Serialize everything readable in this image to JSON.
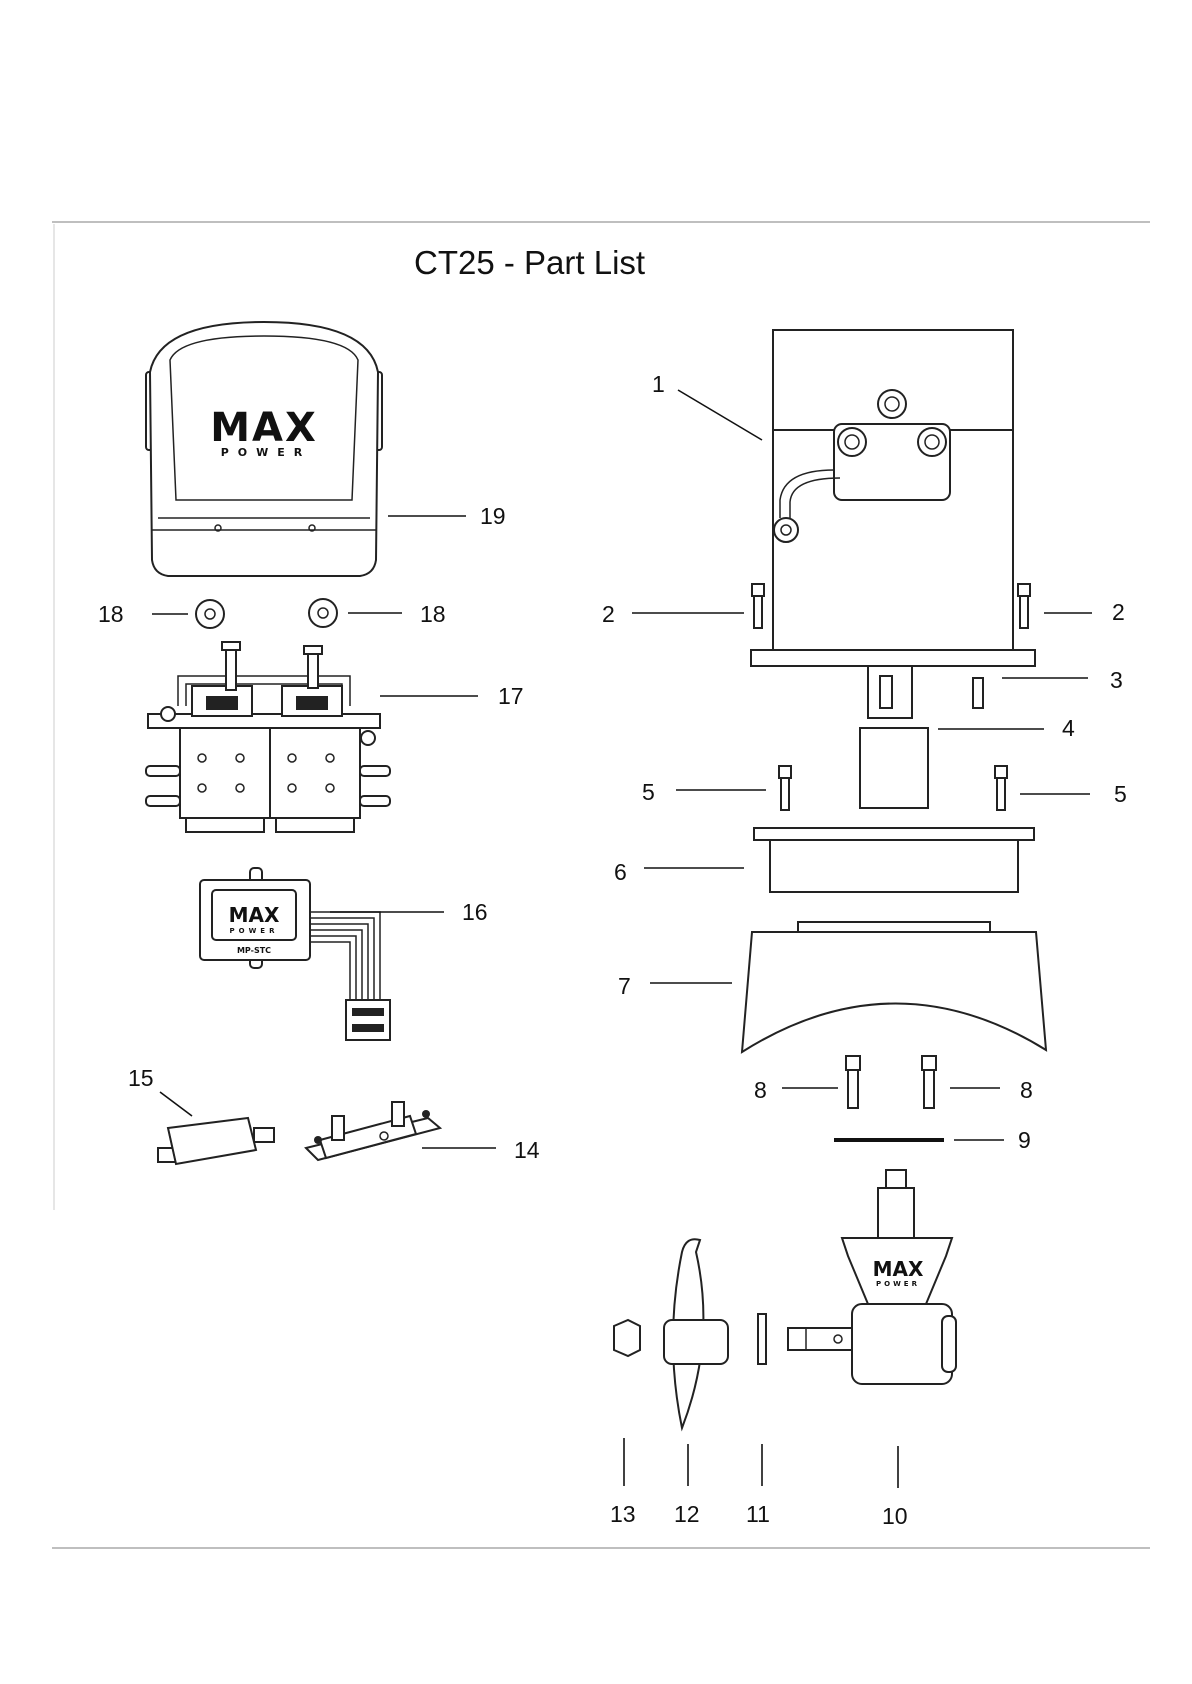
{
  "title": "CT25 - Part List",
  "logo": {
    "main": "MAX",
    "sub": "POWER"
  },
  "module_label": "MP-STC",
  "part_numbers": [
    "1",
    "2",
    "3",
    "4",
    "5",
    "6",
    "7",
    "8",
    "9",
    "10",
    "11",
    "12",
    "13",
    "14",
    "15",
    "16",
    "17",
    "18",
    "19"
  ]
}
